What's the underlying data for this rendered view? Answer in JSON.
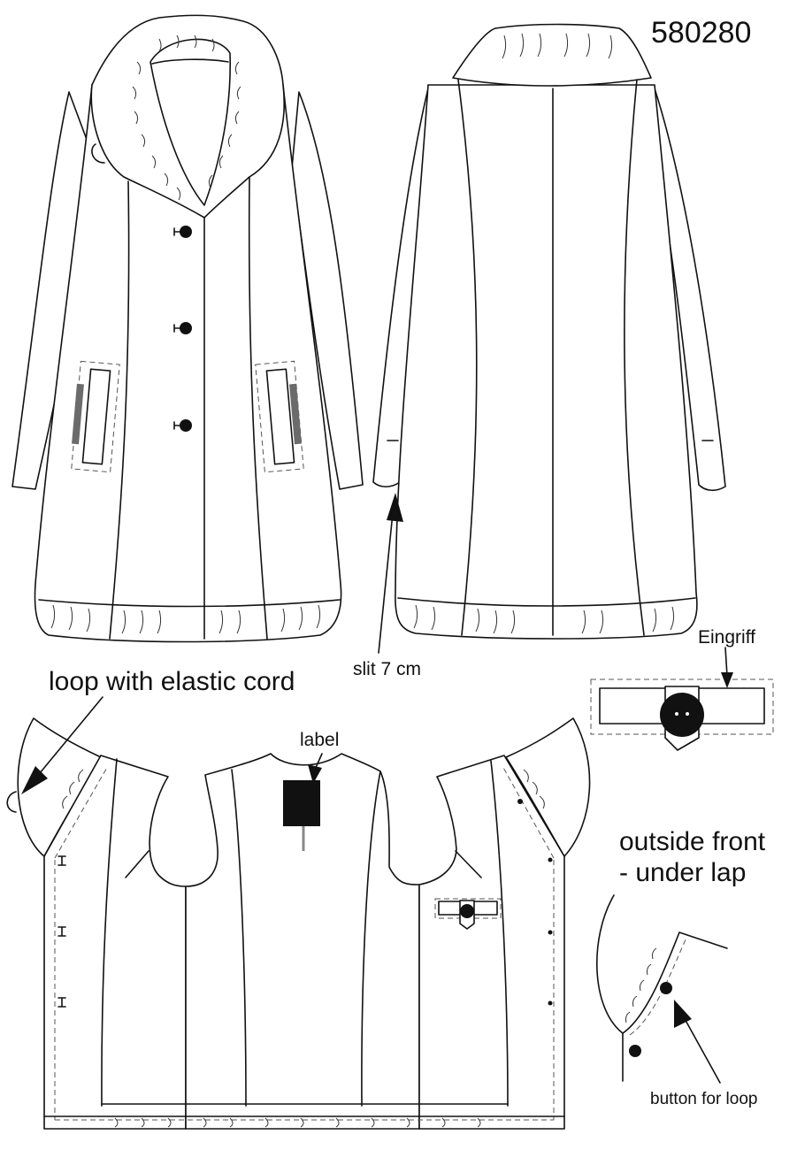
{
  "style_code": "580280",
  "labels": {
    "slit": "slit 7 cm",
    "eingriff": "Eingriff",
    "loop": "loop with elastic cord",
    "label": "label",
    "outside_front": "outside front\n- under lap",
    "button_for_loop": "button for loop"
  },
  "colors": {
    "line": "#111111",
    "pocket_facing": "#6b6b6b",
    "dash": "#555555"
  }
}
